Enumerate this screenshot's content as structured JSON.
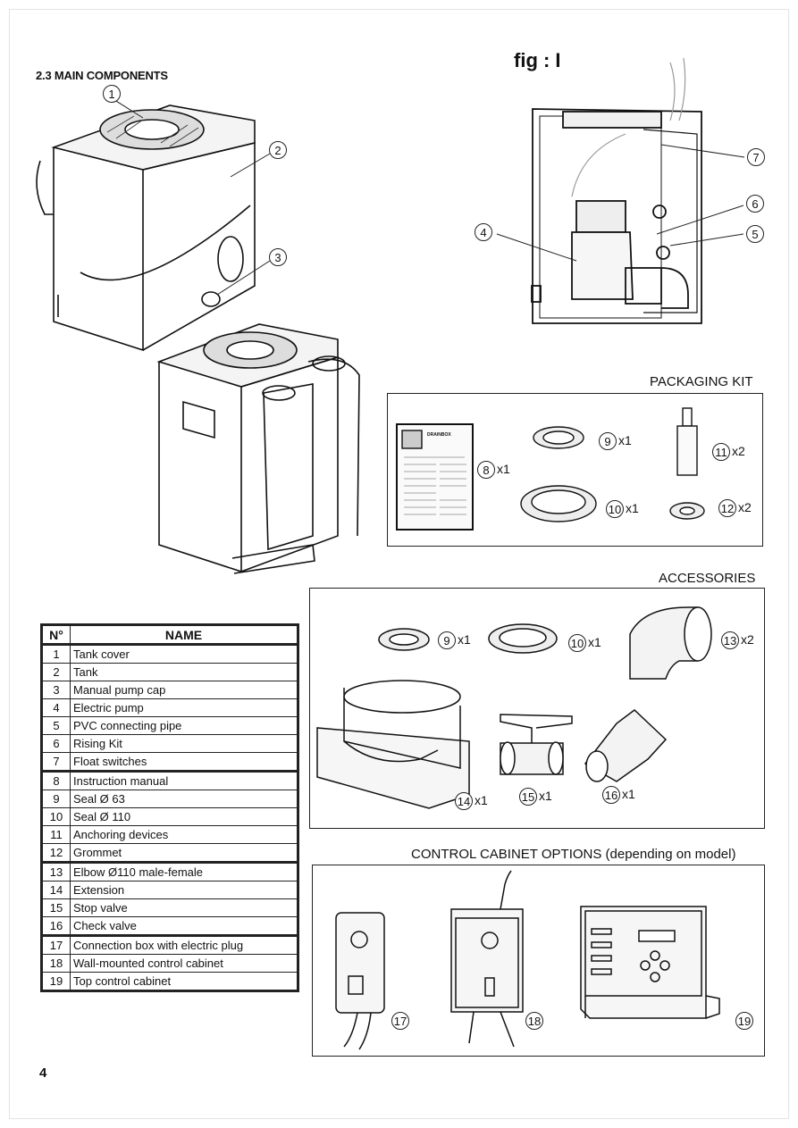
{
  "section_title": "2.3 MAIN COMPONENTS",
  "figure_title": "fig : I",
  "packaging_kit": {
    "title": "PACKAGING KIT",
    "items": [
      {
        "no": "8",
        "qty": "x1"
      },
      {
        "no": "9",
        "qty": "x1"
      },
      {
        "no": "10",
        "qty": "x1"
      },
      {
        "no": "11",
        "qty": "x2"
      },
      {
        "no": "12",
        "qty": "x2"
      }
    ],
    "manual_title": "DRAINBOX"
  },
  "accessories": {
    "title": "ACCESSORIES",
    "items": [
      {
        "no": "9",
        "qty": "x1"
      },
      {
        "no": "10",
        "qty": "x1"
      },
      {
        "no": "13",
        "qty": "x2"
      },
      {
        "no": "14",
        "qty": "x1"
      },
      {
        "no": "15",
        "qty": "x1"
      },
      {
        "no": "16",
        "qty": "x1"
      }
    ]
  },
  "control_cabinet": {
    "title": "CONTROL CABINET OPTIONS (depending on model)",
    "items": [
      {
        "no": "17"
      },
      {
        "no": "18"
      },
      {
        "no": "19"
      }
    ]
  },
  "callouts_main": [
    "1",
    "2",
    "3"
  ],
  "callouts_fig": [
    "4",
    "5",
    "6",
    "7"
  ],
  "parts_table": {
    "headers": [
      "N°",
      "NAME"
    ],
    "rows": [
      [
        "1",
        "Tank cover"
      ],
      [
        "2",
        "Tank"
      ],
      [
        "3",
        "Manual pump cap"
      ],
      [
        "4",
        "Electric pump"
      ],
      [
        "5",
        "PVC connecting pipe"
      ],
      [
        "6",
        "Rising Kit"
      ],
      [
        "7",
        "Float switches"
      ],
      [
        "8",
        "Instruction manual"
      ],
      [
        "9",
        "Seal Ø 63"
      ],
      [
        "10",
        "Seal Ø 110"
      ],
      [
        "11",
        "Anchoring devices"
      ],
      [
        "12",
        "Grommet"
      ],
      [
        "13",
        "Elbow Ø110 male-female"
      ],
      [
        "14",
        "Extension"
      ],
      [
        "15",
        "Stop valve"
      ],
      [
        "16",
        "Check valve"
      ],
      [
        "17",
        "Connection box with electric plug"
      ],
      [
        "18",
        "Wall-mounted control cabinet"
      ],
      [
        "19",
        "Top control cabinet"
      ]
    ]
  },
  "page_number": "4"
}
